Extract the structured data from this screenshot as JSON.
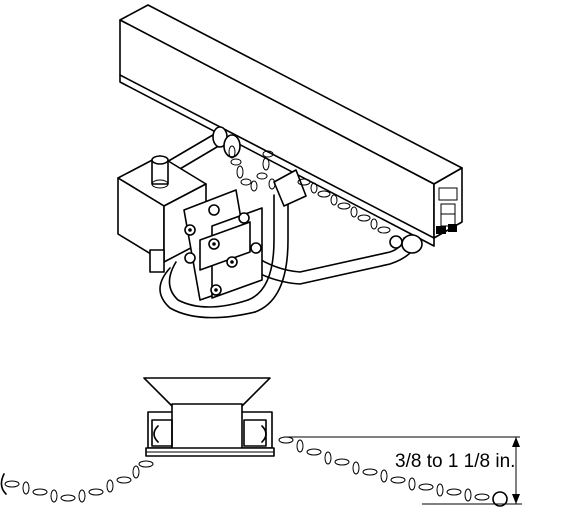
{
  "diagram": {
    "top_view": {
      "components": [
        "rail-track",
        "collector-box",
        "mounting-bracket",
        "tow-arm",
        "safety-chain"
      ]
    },
    "bottom_view": {
      "dimension_label": "3/8 to 1 1/8 in."
    }
  }
}
